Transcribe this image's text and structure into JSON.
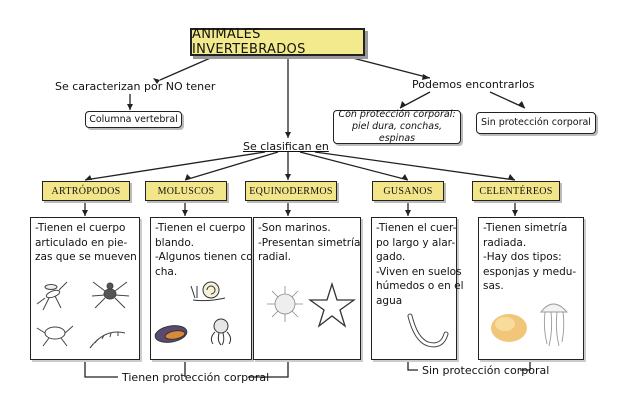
{
  "title": "ANIMALES INVERTEBRADOS",
  "left_branch": {
    "label": "Se caracterizan por NO tener",
    "box": "Columna vertebral"
  },
  "right_branch": {
    "label": "Podemos encontrarlos",
    "box_left_line1": "Con protección corporal:",
    "box_left_line2": "piel dura, conchas, espinas",
    "box_right": "Sin protección corporal"
  },
  "center_label": "Se clasifican en",
  "categories": [
    {
      "name": "ARTRÓPODOS",
      "lines": [
        "-Tienen el cuerpo",
        "articulado en pie-",
        "zas que se mueven"
      ]
    },
    {
      "name": "MOLUSCOS",
      "lines": [
        "-Tienen el cuerpo",
        "blando.",
        "-Algunos tienen con-",
        "cha."
      ]
    },
    {
      "name": "EQUINODERMOS",
      "lines": [
        "-Son marinos.",
        "-Presentan simetría",
        "radial."
      ]
    },
    {
      "name": "GUSANOS",
      "lines": [
        "-Tienen el cuer-",
        "po largo y alar-",
        "gado.",
        "-Viven en suelos",
        "húmedos o en el",
        "agua"
      ]
    },
    {
      "name": "CELENTÉREOS",
      "lines": [
        "-Tienen simetría",
        "radiada.",
        "-Hay dos tipos:",
        "esponjas y medu-",
        "sas."
      ]
    }
  ],
  "bottom_left": "Tienen protección corporal",
  "bottom_right": "Sin protección corporal"
}
